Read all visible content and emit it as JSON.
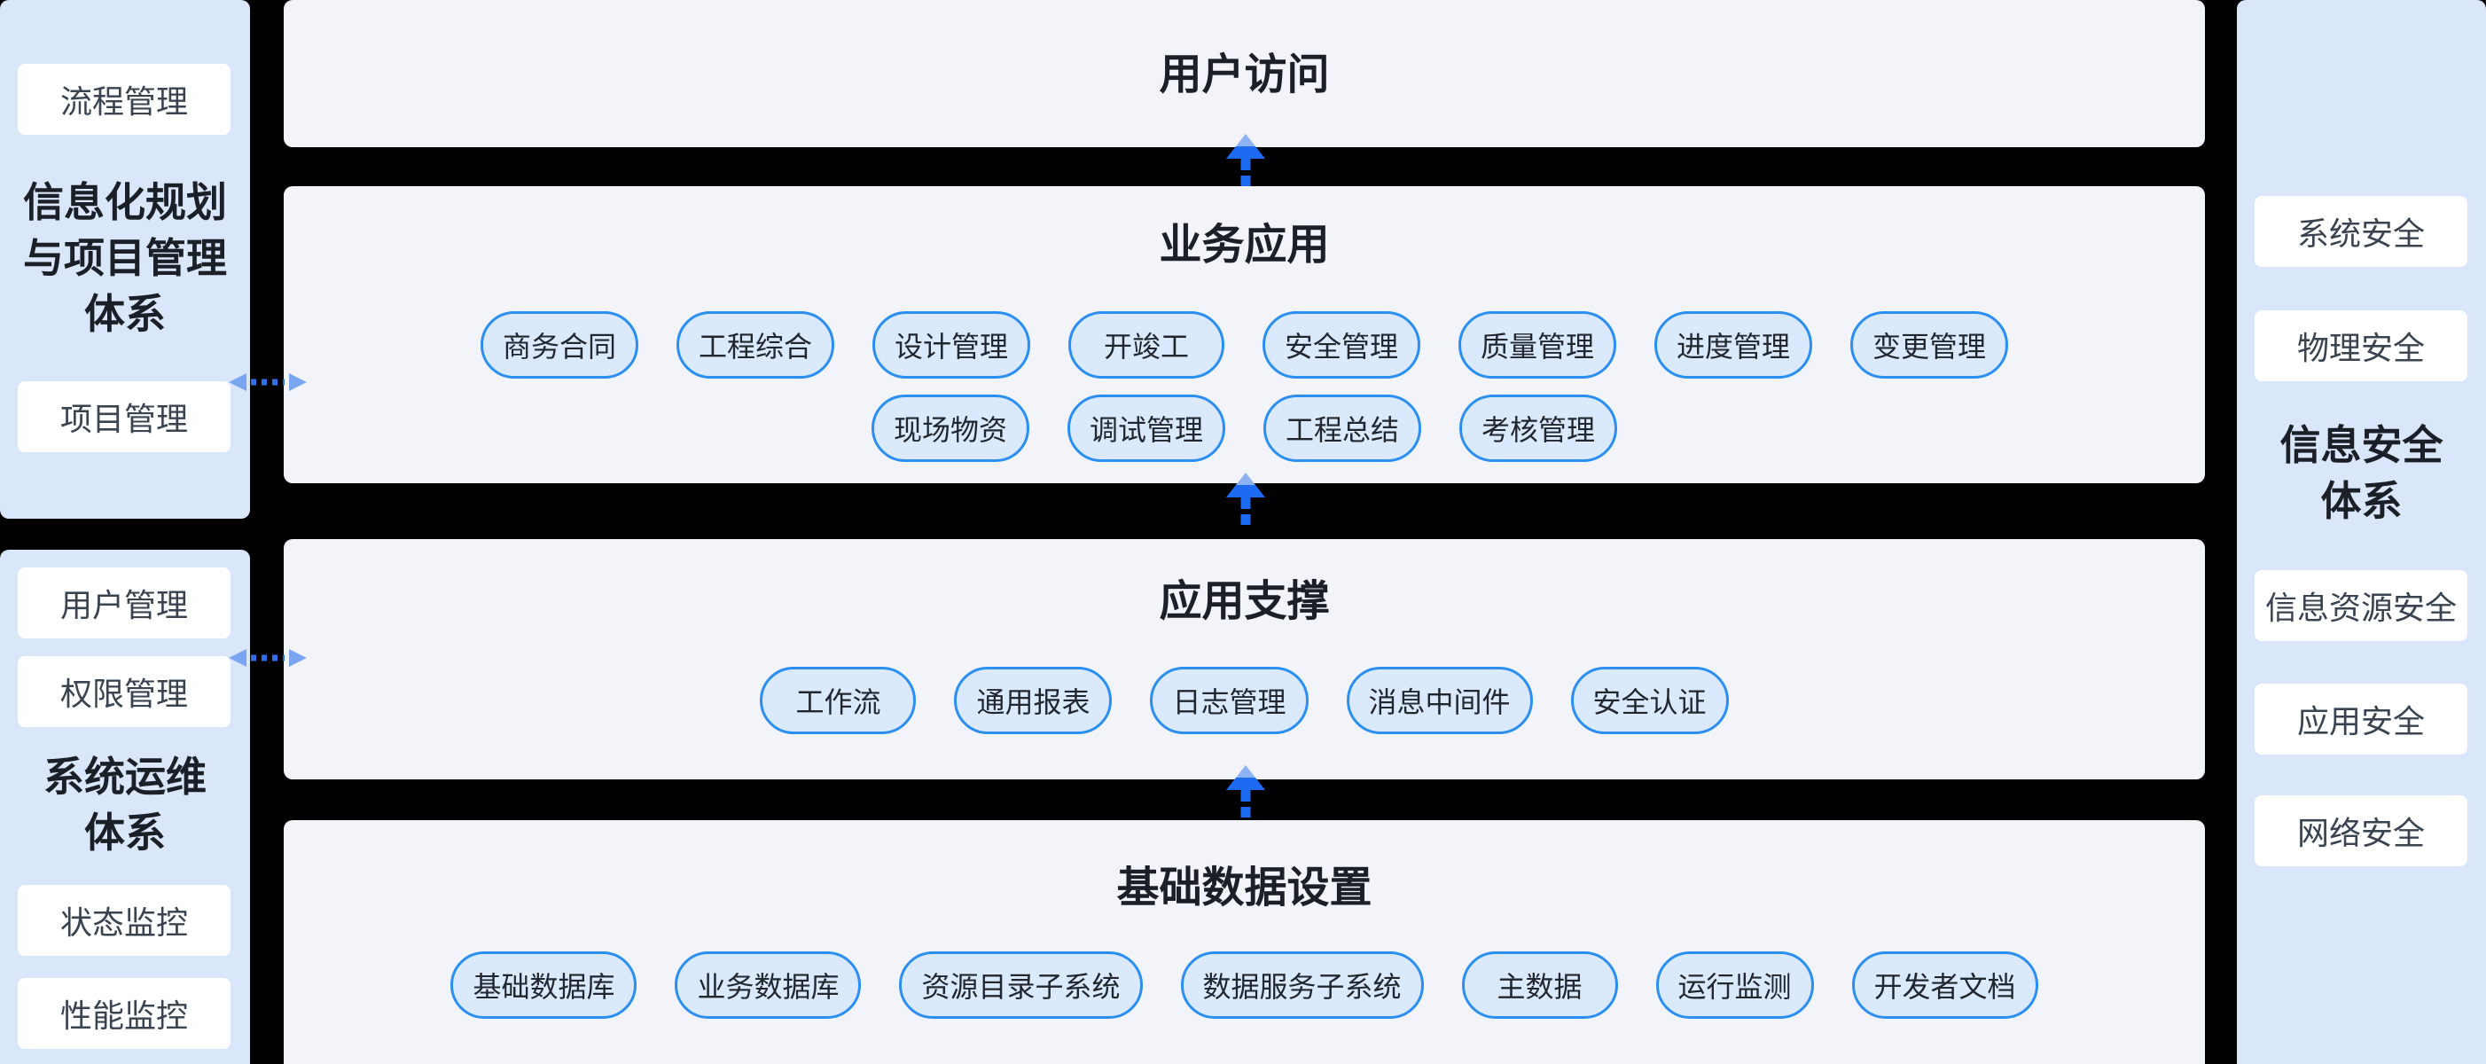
{
  "colors": {
    "background": "#000000",
    "side_panel_fill": "#dae6fa",
    "band_fill": "#f2f4f9",
    "chip_fill": "#ffffff",
    "pill_fill": "#dbe9fd",
    "pill_border": "#2b8ff2",
    "arrow_dark_blue": "#1d6bf3",
    "arrow_light_blue": "#8fb2f4",
    "dotted_arrow_head": "#7aa6f1",
    "dotted_arrow_dots": "#2e6fe8",
    "title_text": "#1b1f27",
    "chip_text": "#3a4350",
    "pill_text": "#22262e"
  },
  "left_top_panel": {
    "title_lines": [
      "信息化规划",
      "与项目管理",
      "体系"
    ],
    "item_top": "流程管理",
    "item_bottom": "项目管理"
  },
  "left_bottom_panel": {
    "title_lines": [
      "系统运维",
      "体系"
    ],
    "items_top": [
      "用户管理",
      "权限管理"
    ],
    "items_bottom": [
      "状态监控",
      "性能监控"
    ]
  },
  "right_panel": {
    "title_lines": [
      "信息安全",
      "体系"
    ],
    "items_top": [
      "系统安全",
      "物理安全"
    ],
    "items_bottom": [
      "信息资源安全",
      "应用安全",
      "网络安全"
    ]
  },
  "bands": [
    {
      "title": "用户访问"
    },
    {
      "title": "业务应用",
      "row1": [
        "商务合同",
        "工程综合",
        "设计管理",
        "开竣工",
        "安全管理",
        "质量管理",
        "进度管理",
        "变更管理"
      ],
      "row2": [
        "现场物资",
        "调试管理",
        "工程总结",
        "考核管理"
      ]
    },
    {
      "title": "应用支撑",
      "row1": [
        "工作流",
        "通用报表",
        "日志管理",
        "消息中间件",
        "安全认证"
      ]
    },
    {
      "title": "基础数据设置",
      "row1": [
        "基础数据库",
        "业务数据库",
        "资源目录子系统",
        "数据服务子系统",
        "主数据",
        "运行监测",
        "开发者文档"
      ]
    }
  ]
}
